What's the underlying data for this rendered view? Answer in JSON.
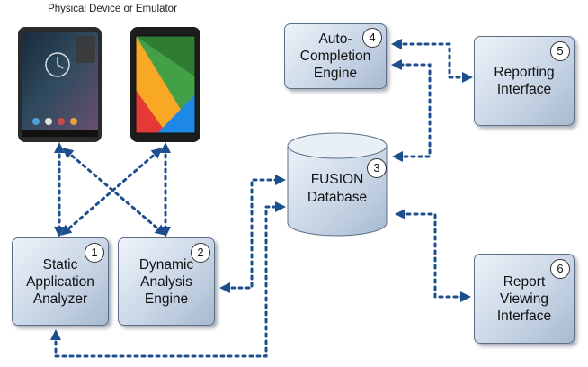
{
  "caption": "Physical Device or Emulator",
  "boxes": {
    "static": {
      "label": "Static\nApplication\nAnalyzer",
      "number": "1"
    },
    "dynamic": {
      "label": "Dynamic\nAnalysis\nEngine",
      "number": "2"
    },
    "database": {
      "label": "FUSION\nDatabase",
      "number": "3"
    },
    "autocompletion": {
      "label": "Auto-\nCompletion\nEngine",
      "number": "4"
    },
    "reporting": {
      "label": "Reporting\nInterface",
      "number": "5"
    },
    "viewing": {
      "label": "Report\nViewing\nInterface",
      "number": "6"
    }
  },
  "colors": {
    "arrow": "#1d4f8e",
    "box_border": "#5c6f86"
  }
}
